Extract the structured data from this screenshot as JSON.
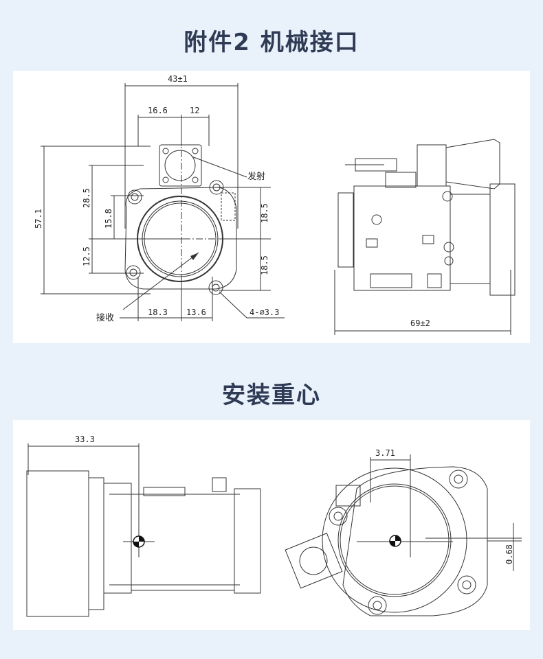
{
  "section1": {
    "title": "附件2 机械接口",
    "dims": {
      "width_total": "43±1",
      "w1": "16.6",
      "w2": "12",
      "height_total": "57.1",
      "h_left1": "28.5",
      "h_left2": "15.8",
      "h_left3": "12.5",
      "h_right1": "18.5",
      "h_right2": "18.5",
      "bottom1": "18.3",
      "bottom2": "13.6",
      "holes": "4-∅3.3",
      "side_length": "69±2"
    },
    "labels": {
      "emit": "发射",
      "receive": "接收"
    }
  },
  "section2": {
    "title": "安装重心",
    "dims": {
      "side_offset": "33.3",
      "front_h": "3.71",
      "front_v": "0.68"
    }
  }
}
